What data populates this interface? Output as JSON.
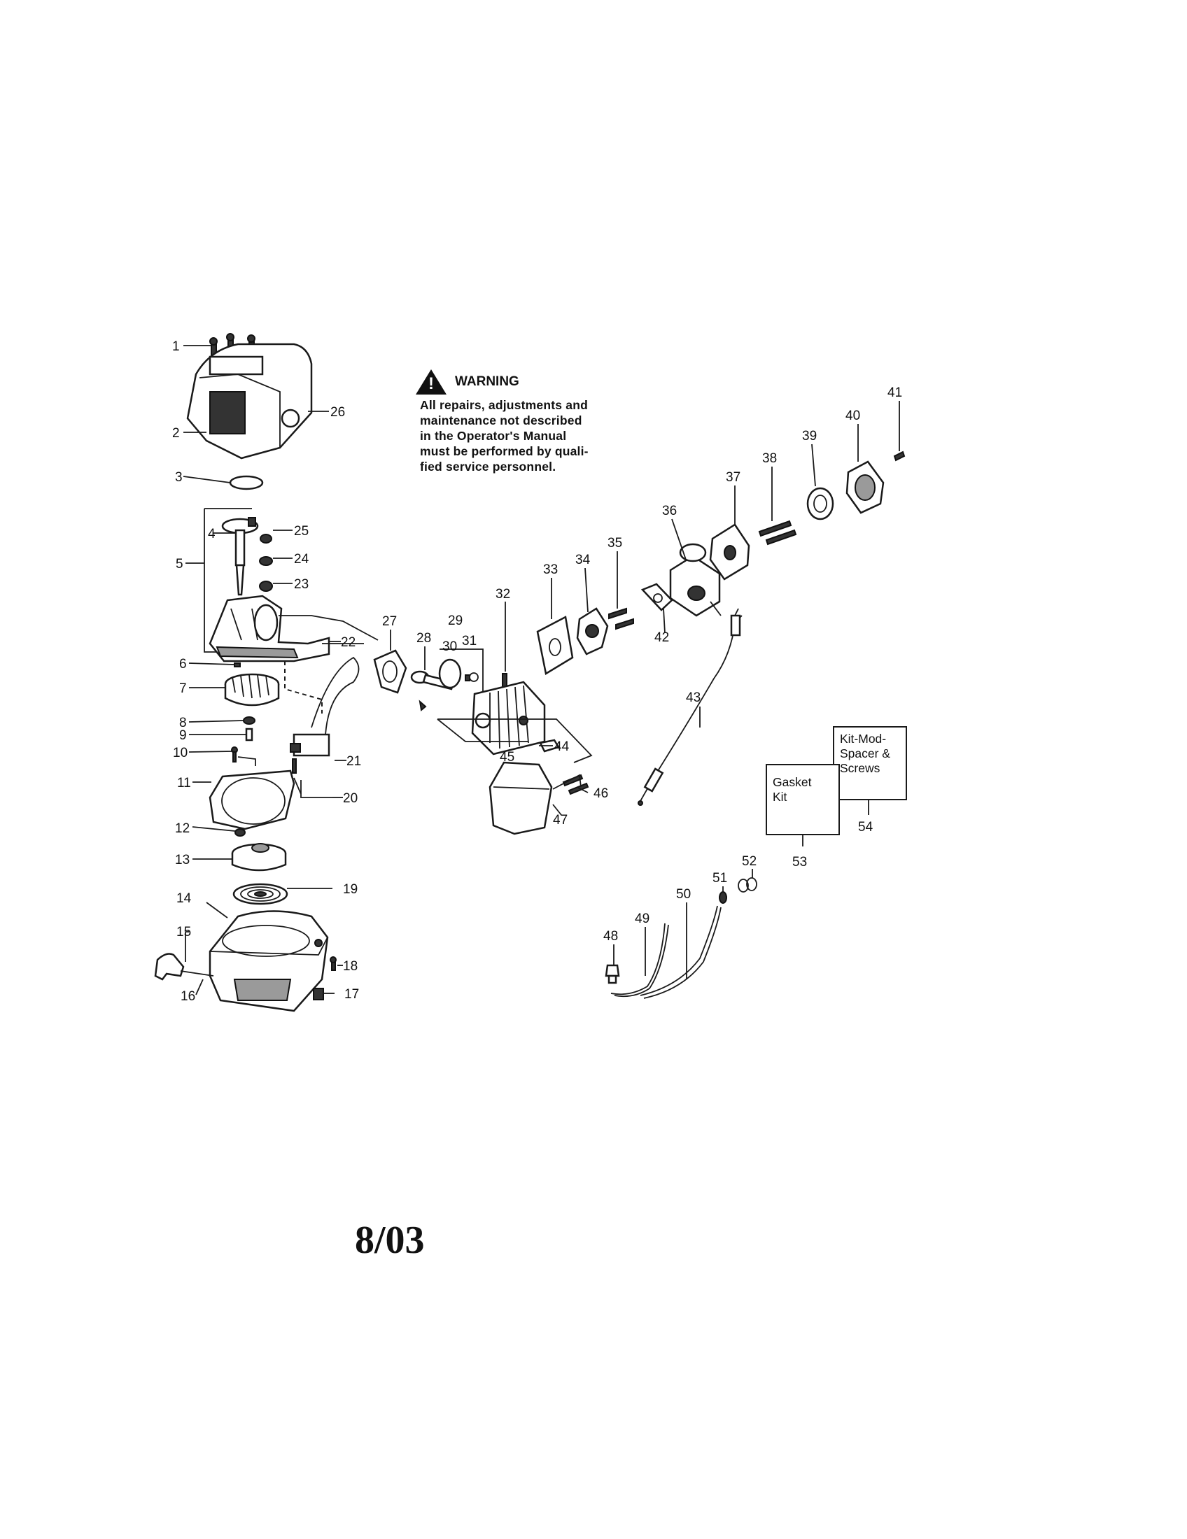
{
  "warning": {
    "title": "WARNING",
    "lines": [
      "All repairs, adjustments and",
      "maintenance not described",
      "in the Operator's Manual",
      "must be performed by quali-",
      "fied service personnel."
    ]
  },
  "kits": {
    "kit_mod": {
      "lines": [
        "Kit-Mod-",
        "Spacer &",
        "Screws"
      ],
      "number": "54"
    },
    "gasket": {
      "lines": [
        "Gasket",
        "Kit"
      ],
      "number": "53"
    }
  },
  "part_numbers": {
    "p1": "1",
    "p2": "2",
    "p3": "3",
    "p4": "4",
    "p5": "5",
    "p6": "6",
    "p7": "7",
    "p8": "8",
    "p9": "9",
    "p10": "10",
    "p11": "11",
    "p12": "12",
    "p13": "13",
    "p14": "14",
    "p15": "15",
    "p16": "16",
    "p17": "17",
    "p18": "18",
    "p19": "19",
    "p20": "20",
    "p21": "21",
    "p22": "22",
    "p23": "23",
    "p24": "24",
    "p25": "25",
    "p26": "26",
    "p27": "27",
    "p28": "28",
    "p29": "29",
    "p30": "30",
    "p31": "31",
    "p32": "32",
    "p33": "33",
    "p34": "34",
    "p35": "35",
    "p36": "36",
    "p37": "37",
    "p38": "38",
    "p39": "39",
    "p40": "40",
    "p41": "41",
    "p42": "42",
    "p43": "43",
    "p44": "44",
    "p45": "45",
    "p46": "46",
    "p47": "47",
    "p48": "48",
    "p49": "49",
    "p50": "50",
    "p51": "51",
    "p52": "52"
  },
  "date_stamp": "8/03",
  "icons": {
    "warning": "warning-triangle-icon"
  },
  "colors": {
    "ink": "#111111",
    "paper": "#ffffff"
  }
}
